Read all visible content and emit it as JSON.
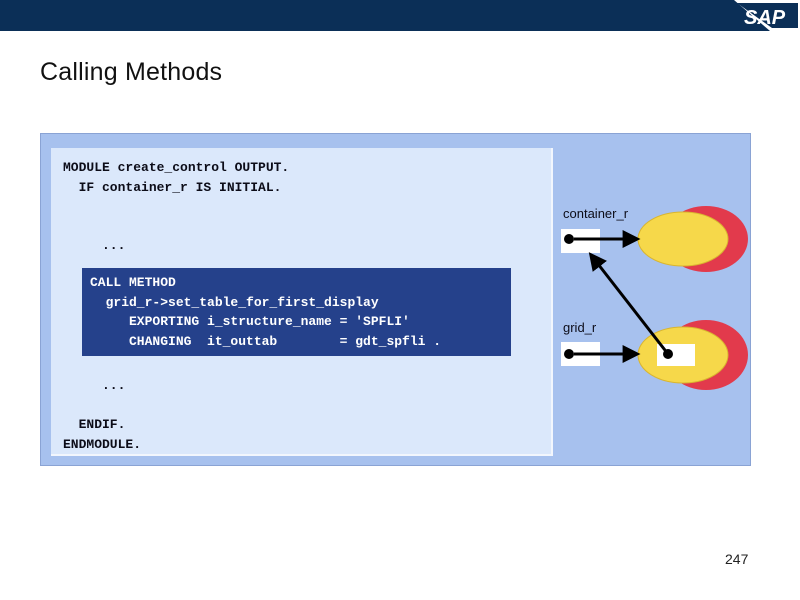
{
  "header": {
    "logo_text": "SAP",
    "brand_color": "#0b2f57"
  },
  "slide": {
    "title": "Calling Methods",
    "page_number": "247"
  },
  "code": {
    "lines_before": [
      "MODULE create_control OUTPUT.",
      "  IF container_r IS INITIAL.",
      "",
      "",
      "     ..."
    ],
    "call_block": [
      "CALL METHOD",
      "  grid_r->set_table_for_first_display",
      "     EXPORTING i_structure_name = 'SPFLI'",
      "     CHANGING  it_outtab        = gdt_spfli ."
    ],
    "lines_after": [
      "     ...",
      "",
      "  ENDIF.",
      "ENDMODULE."
    ]
  },
  "diagram": {
    "container_label": "container_r",
    "grid_label": "grid_r"
  },
  "colors": {
    "figure_background": "#a7c1ee",
    "code_background": "#dbe8fb",
    "call_highlight": "#25418b",
    "object_yellow": "#f6d84a",
    "object_red": "#e23a4c"
  }
}
